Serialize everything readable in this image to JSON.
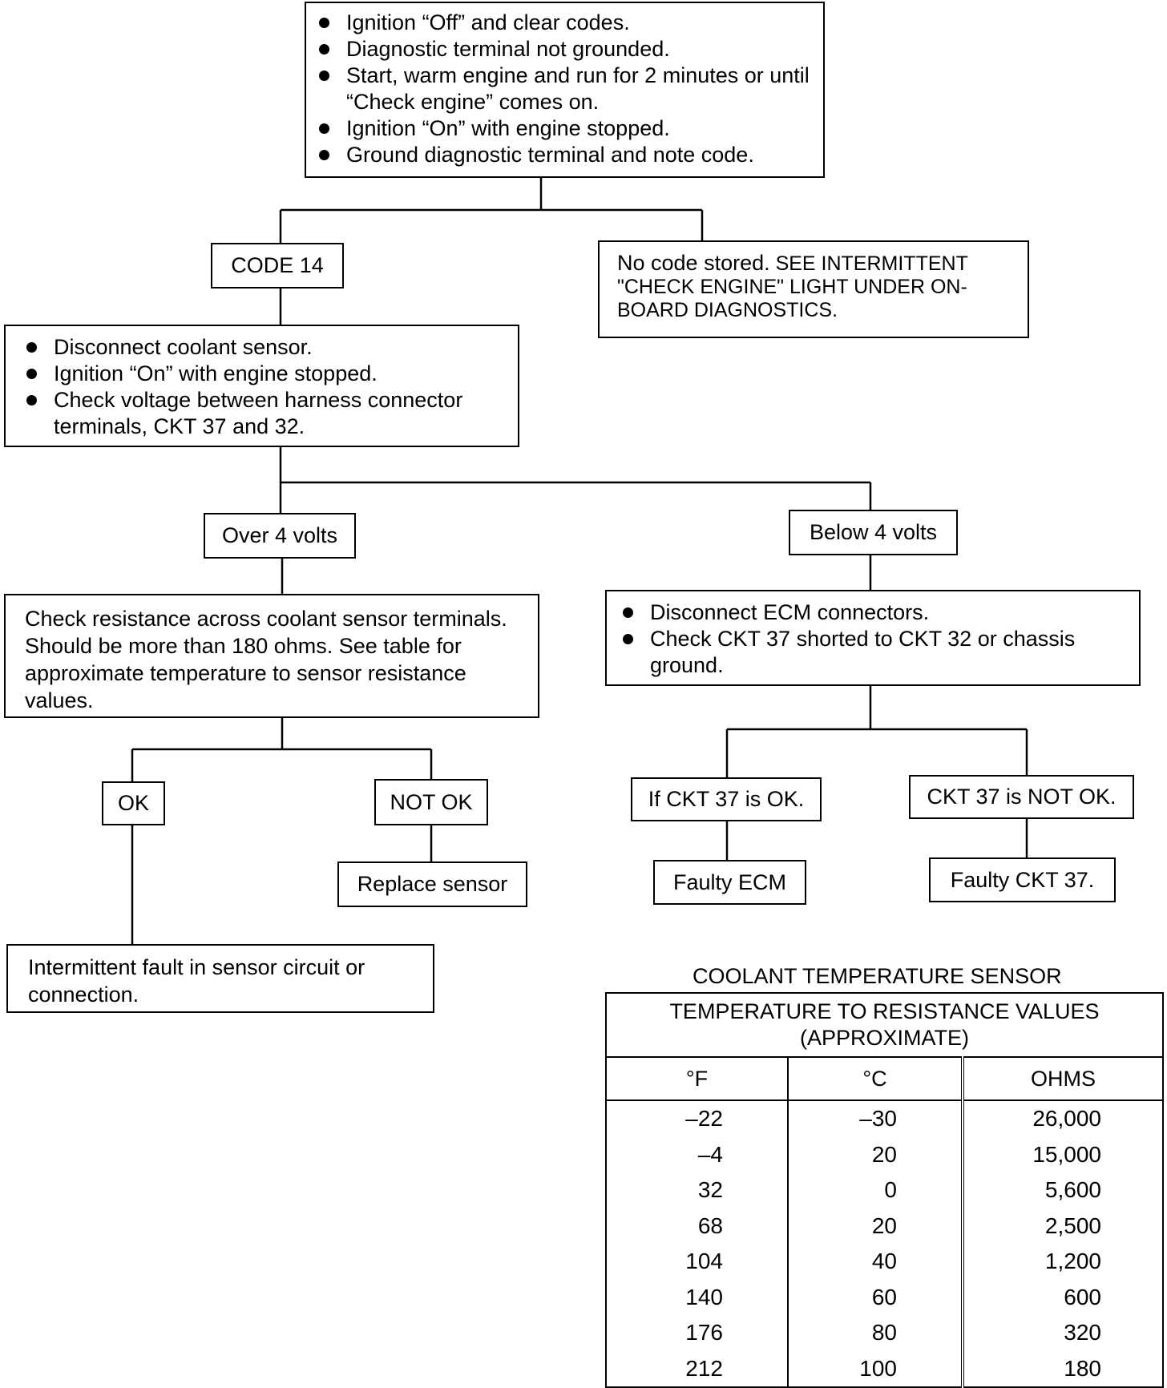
{
  "start_steps": [
    "Ignition “Off” and clear codes.",
    "Diagnostic terminal not grounded.",
    "Start, warm engine and run for 2 minutes or until “Check engine” comes on.",
    "Ignition “On” with engine stopped.",
    "Ground diagnostic terminal and note code."
  ],
  "code14_label": "CODE 14",
  "no_code": {
    "lead": "No code stored.",
    "text": "SEE INTERMITTENT \"CHECK ENGINE\" LIGHT UNDER ON-BOARD DIAGNOSTICS."
  },
  "check_voltage_steps": [
    "Disconnect coolant sensor.",
    "Ignition “On” with engine stopped.",
    "Check voltage between harness connector terminals, CKT 37 and 32."
  ],
  "over4_label": "Over 4 volts",
  "below4_label": "Below 4 volts",
  "check_resistance_text": "Check resistance across coolant sensor terminals. Should be more than 180 ohms. See table for approximate temperature to sensor resistance values.",
  "ecm_steps": [
    "Disconnect ECM connectors.",
    "Check CKT 37 shorted to CKT 32 or chassis ground."
  ],
  "ok_label": "OK",
  "not_ok_label": "NOT OK",
  "replace_sensor_label": "Replace sensor",
  "ckt_ok_label": "If CKT 37 is OK.",
  "ckt_not_ok_label": "CKT 37 is NOT OK.",
  "faulty_ecm_label": "Faulty ECM",
  "faulty_ckt_label": "Faulty CKT 37.",
  "intermittent_text": "Intermittent fault in sensor circuit or connection.",
  "table": {
    "title": "COOLANT TEMPERATURE SENSOR",
    "header_line1": "TEMPERATURE TO RESISTANCE VALUES",
    "header_line2": "(APPROXIMATE)",
    "columns": [
      "°F",
      "°C",
      "OHMS"
    ],
    "rows": [
      [
        "–22",
        "–30",
        "26,000"
      ],
      [
        "–4",
        "20",
        "15,000"
      ],
      [
        "32",
        "0",
        "5,600"
      ],
      [
        "68",
        "20",
        "2,500"
      ],
      [
        "104",
        "40",
        "1,200"
      ],
      [
        "140",
        "60",
        "600"
      ],
      [
        "176",
        "80",
        "320"
      ],
      [
        "212",
        "100",
        "180"
      ]
    ]
  }
}
